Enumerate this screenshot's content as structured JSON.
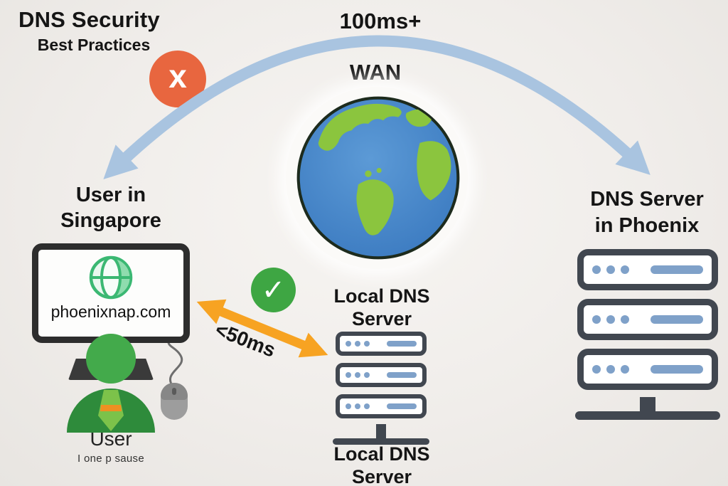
{
  "title": {
    "line1": "DNS Security",
    "line2": "Best Practices"
  },
  "wan": {
    "latency": "100ms+",
    "label": "WAN"
  },
  "badges": {
    "blocked": "x",
    "allowed": "✓"
  },
  "user": {
    "location_line1": "User in",
    "location_line2": "Singapore",
    "screen_url": "phoenixnap.com",
    "label": "User",
    "caption": "I one p sause"
  },
  "local_dns": {
    "latency": "<50ms",
    "top_line1": "Local DNS",
    "top_line2": "Server",
    "bottom_line1": "Local DNS",
    "bottom_line2": "Server"
  },
  "remote_dns": {
    "line1": "DNS Server",
    "line2": "in Phoenix"
  },
  "colors": {
    "background": "#f0edea",
    "wan_arc_blue": "#a9c4e0",
    "latency_arrow_orange": "#f7a322",
    "blocked_badge_orange": "#e8663f",
    "allowed_badge_green": "#3ea643",
    "server_frame_gray": "#414750",
    "server_accent_blue": "#7fa1c9",
    "avatar_green": "#43aa4b",
    "earth_ocean_blue": "#3b7ac0",
    "earth_land_green": "#8bc53e",
    "text_black": "#151515"
  }
}
